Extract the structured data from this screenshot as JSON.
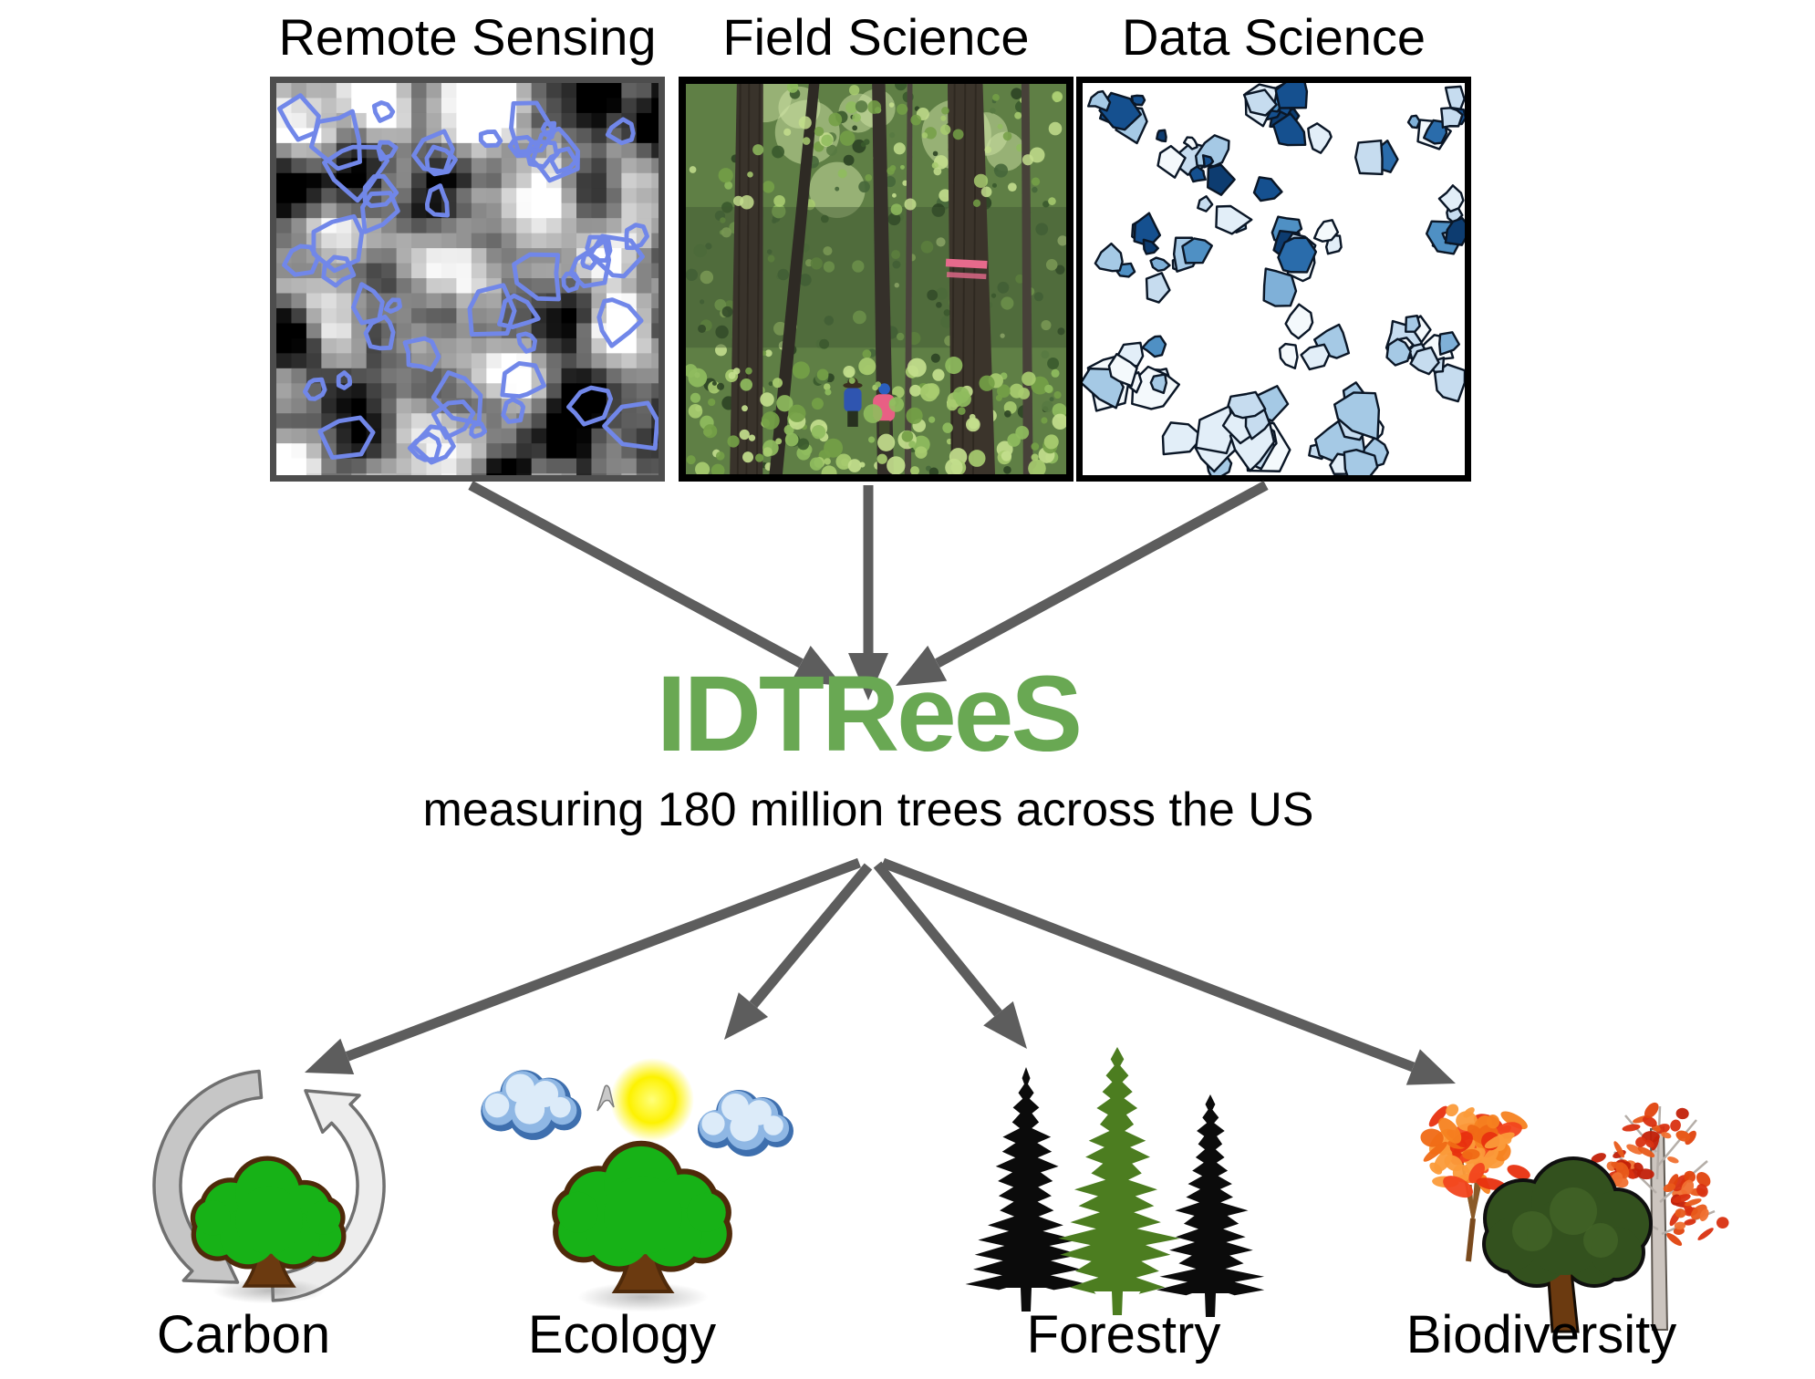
{
  "title": "IDTReeS",
  "subtitle": "measuring 180 million trees across the US",
  "sources": [
    {
      "label": "Remote Sensing",
      "icon": "remote-sensing-segmentation-image"
    },
    {
      "label": "Field Science",
      "icon": "forest-field-photo"
    },
    {
      "label": "Data Science",
      "icon": "crown-polygon-plot"
    }
  ],
  "applications": [
    {
      "label": "Carbon",
      "icon": "carbon-cycle-tree-icon"
    },
    {
      "label": "Ecology",
      "icon": "ecology-scene-icon"
    },
    {
      "label": "Forestry",
      "icon": "conifer-trees-icon"
    },
    {
      "label": "Biodiversity",
      "icon": "mixed-trees-icon"
    }
  ],
  "colors": {
    "title_green": "#69a853",
    "arrow_gray": "#5d5d5d",
    "text_black": "#000000",
    "rs_outline_blue": "#7187e9",
    "rs_border_gray": "#4d4d4d",
    "photo_border_black": "#000000",
    "ds_border_black": "#000000",
    "ds_palette": [
      "#f4f9fc",
      "#e2eef8",
      "#c6dcef",
      "#a5c9e5",
      "#7fb0d8",
      "#4f90c4",
      "#2a6cab",
      "#15508f",
      "#0d3c70"
    ],
    "ds_stroke": "#0a1626",
    "tree_green": "#17b217",
    "trunk_brown": "#6b3a10",
    "outline_brown": "#4f2a0a",
    "conifer_green": "#4c7d20",
    "conifer_black": "#0b0b0b",
    "autumn_palette": [
      "#f2441d",
      "#f58220",
      "#fb9b3a",
      "#e8300f",
      "#f06a15"
    ],
    "oak_green": "#33511e",
    "oak_outline": "#0f0f0f",
    "maple_palette": [
      "#d93010",
      "#e85a1a",
      "#c22008",
      "#f07030",
      "#e0430e"
    ],
    "maple_trunk": "#ccc5bf",
    "sun_yellow": "#fdf200",
    "cloud_blue_dark": "#3e6fae",
    "cloud_blue_mid": "#8fb7e4",
    "cloud_blue_light": "#dcebf9",
    "recycle_gray_dark": "#c6c6c6",
    "recycle_gray_light": "#ededed",
    "recycle_stroke": "#707070"
  }
}
